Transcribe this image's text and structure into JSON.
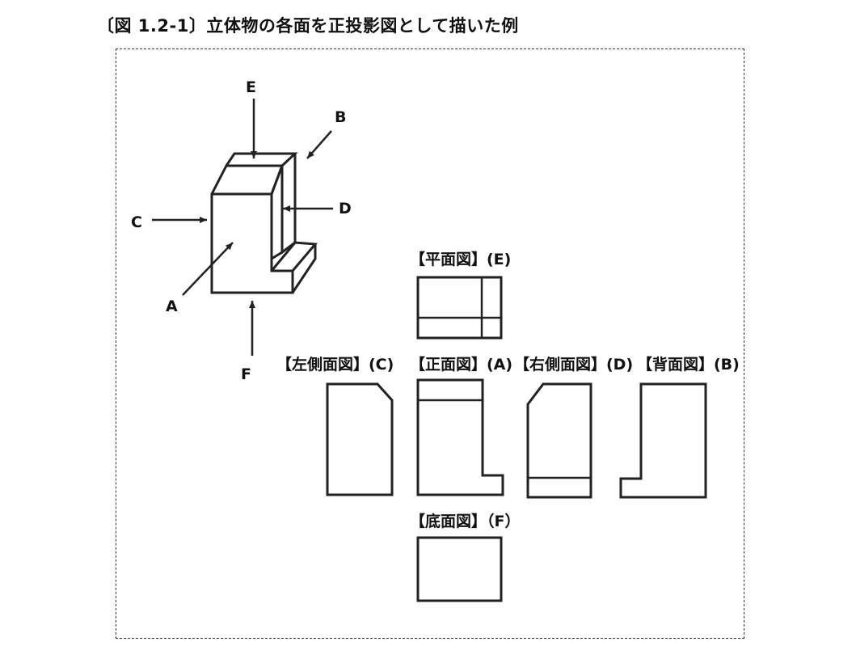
{
  "figure": {
    "title": "〔図 1.2-1〕立体物の各面を正投影図として描いた例"
  },
  "isometric": {
    "labels": {
      "A": "A",
      "B": "B",
      "C": "C",
      "D": "D",
      "E": "E",
      "F": "F"
    }
  },
  "views": {
    "plan": "【平面図】(E)",
    "left": "【左側面図】(C)",
    "front": "【正面図】(A)",
    "right": "【右側面図】(D)",
    "back": "【背面図】(B)",
    "bottom": "【底面図】（F）"
  }
}
